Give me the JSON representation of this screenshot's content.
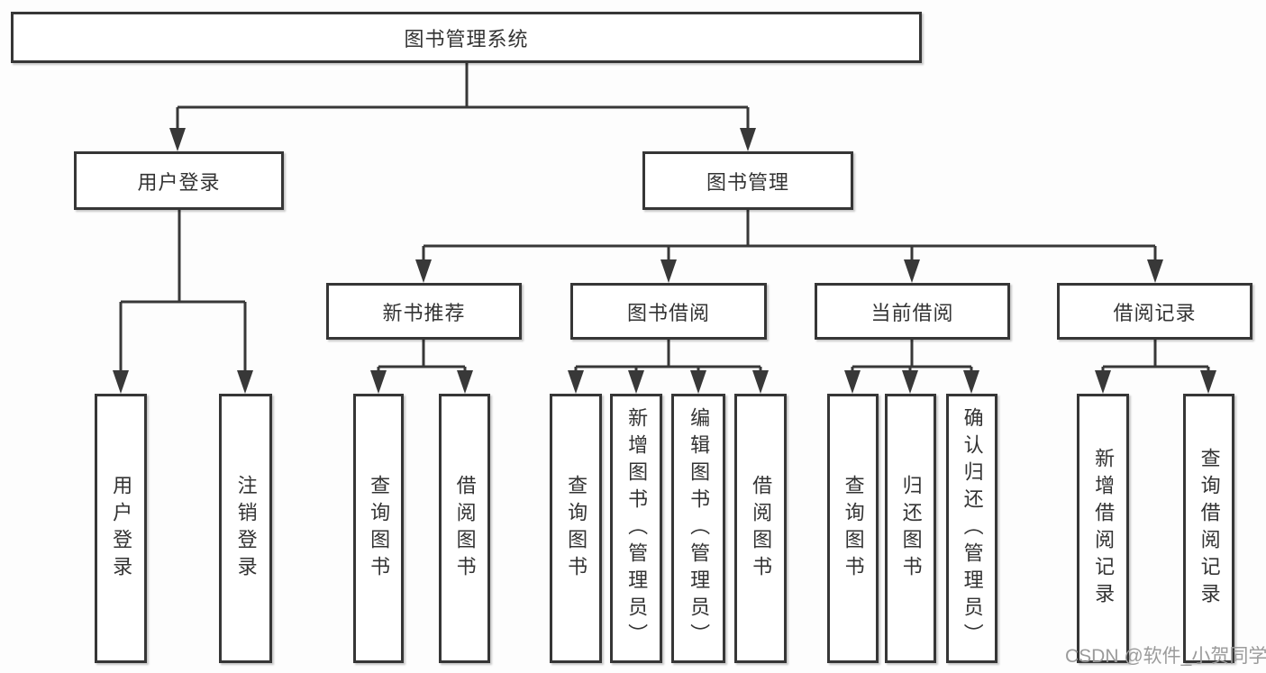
{
  "diagram": {
    "title": "图书管理系统",
    "root": "图书管理系统",
    "user_login": {
      "label": "用户登录",
      "children": [
        "用户登录",
        "注销登录"
      ]
    },
    "book_management": {
      "label": "图书管理",
      "sections": [
        {
          "label": "新书推荐",
          "children": [
            "查询图书",
            "借阅图书"
          ]
        },
        {
          "label": "图书借阅",
          "children": [
            "查询图书",
            "新增图书（管理员）",
            "编辑图书（管理员）",
            "借阅图书"
          ]
        },
        {
          "label": "当前借阅",
          "children": [
            "查询图书",
            "归还图书",
            "确认归还（管理员）"
          ]
        },
        {
          "label": "借阅记录",
          "children": [
            "新增借阅记录",
            "查询借阅记录"
          ]
        }
      ]
    }
  },
  "watermark": "CSDN @软件_小贺同学",
  "colors": {
    "line": "#383838",
    "border": "#363636",
    "text": "#333333",
    "watermark": "#9b9b9b",
    "background": "#fdfdfd"
  }
}
